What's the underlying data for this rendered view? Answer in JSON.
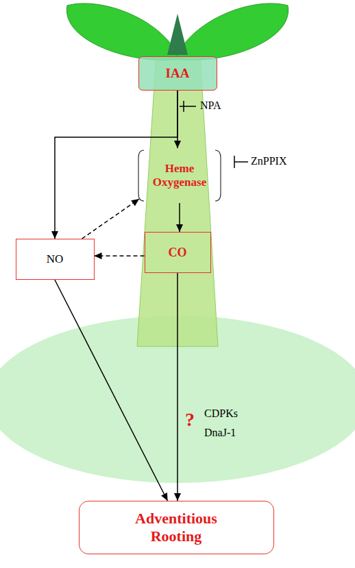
{
  "diagram": {
    "nodes": [
      {
        "text": [
          "IAA"
        ]
      },
      {
        "text": [
          "Heme Oxygenase"
        ]
      },
      {
        "text": [
          "NO"
        ]
      },
      {
        "text": [
          "CO"
        ]
      },
      {
        "text": [
          "Adventitious Rooting"
        ]
      }
    ],
    "edges": [
      {
        "from": 0,
        "to": 1,
        "arrow": "to"
      },
      {
        "from": 0,
        "to": 2,
        "arrow": "to"
      },
      {
        "from": 1,
        "to": 3,
        "arrow": "to"
      },
      {
        "from": 2,
        "to": 1,
        "arrow": "to"
      },
      {
        "from": 3,
        "to": 2,
        "arrow": "to"
      },
      {
        "from": 2,
        "to": 4,
        "arrow": "to"
      },
      {
        "from": 3,
        "to": 4,
        "arrow": "to"
      }
    ],
    "labels": [
      "NPA",
      "ZnPPIX",
      "?",
      "CDPKs",
      "DnaJ-1"
    ]
  }
}
